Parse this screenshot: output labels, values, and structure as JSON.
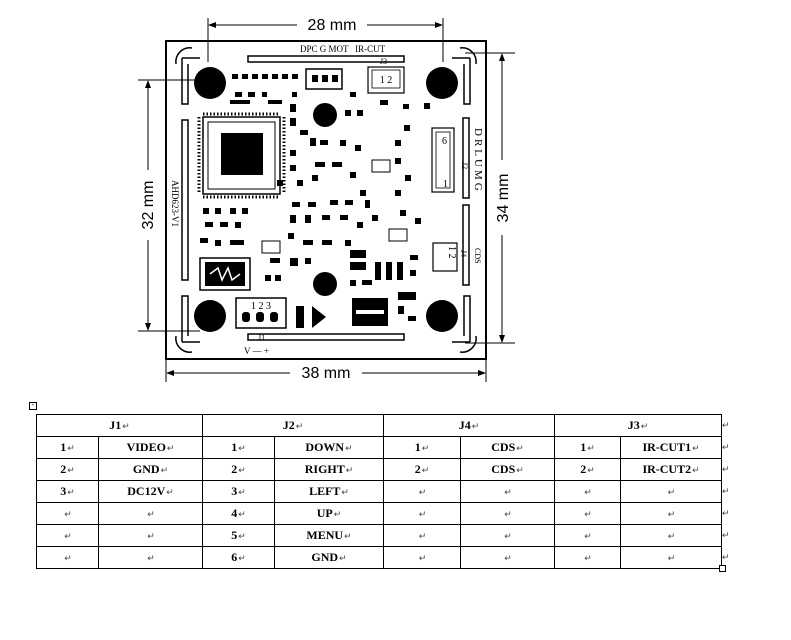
{
  "dimensions": {
    "top_width": "28 mm",
    "bottom_width": "38 mm",
    "left_height": "32 mm",
    "right_height": "34 mm"
  },
  "board": {
    "model": "AHD623-V1",
    "brand": "DRLUMG",
    "top_labels": "DPC G MOT   IR-CUT",
    "j1": {
      "name": "J1",
      "pins": "1 2 3",
      "polarity": "V — +"
    },
    "j2": {
      "name": "J2",
      "pin_first": "6",
      "pin_last": "1"
    },
    "j3": {
      "name": "J3",
      "pins": "1 2"
    },
    "j4": {
      "name": "J4",
      "pins": "1 2",
      "label": "CDS"
    }
  },
  "table": {
    "groups": [
      "J1",
      "J2",
      "J4",
      "J3"
    ],
    "rows": [
      [
        "1",
        "VIDEO",
        "1",
        "DOWN",
        "1",
        "CDS",
        "1",
        "IR-CUT1"
      ],
      [
        "2",
        "GND",
        "2",
        "RIGHT",
        "2",
        "CDS",
        "2",
        "IR-CUT2"
      ],
      [
        "3",
        "DC12V",
        "3",
        "LEFT",
        "",
        "",
        "",
        ""
      ],
      [
        "",
        "",
        "4",
        "UP",
        "",
        "",
        "",
        ""
      ],
      [
        "",
        "",
        "5",
        "MENU",
        "",
        "",
        "",
        ""
      ],
      [
        "",
        "",
        "6",
        "GND",
        "",
        "",
        "",
        ""
      ]
    ],
    "return_mark": "↵",
    "anchor_mark": "+"
  }
}
